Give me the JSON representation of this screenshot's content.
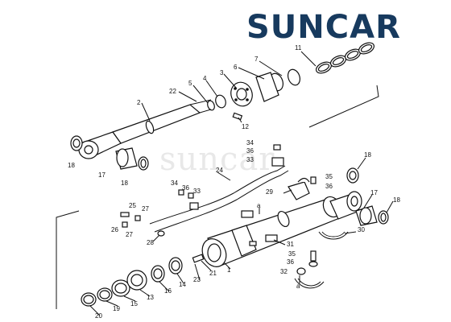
{
  "logo": {
    "text": "SUNCAR",
    "color": "#173a5e"
  },
  "watermark": {
    "text": "suncar"
  },
  "callouts": [
    {
      "id": "n11",
      "text": "11"
    },
    {
      "id": "n7",
      "text": "7"
    },
    {
      "id": "n6",
      "text": "6"
    },
    {
      "id": "n3",
      "text": "3"
    },
    {
      "id": "n4",
      "text": "4"
    },
    {
      "id": "n5",
      "text": "5"
    },
    {
      "id": "n22",
      "text": "22"
    },
    {
      "id": "n2",
      "text": "2"
    },
    {
      "id": "n12",
      "text": "12"
    },
    {
      "id": "n18a",
      "text": "18"
    },
    {
      "id": "n17a",
      "text": "17"
    },
    {
      "id": "n18b",
      "text": "18"
    },
    {
      "id": "n34a",
      "text": "34"
    },
    {
      "id": "n36a",
      "text": "36"
    },
    {
      "id": "n33a",
      "text": "33"
    },
    {
      "id": "n24",
      "text": "24"
    },
    {
      "id": "n18c",
      "text": "18"
    },
    {
      "id": "n35a",
      "text": "35"
    },
    {
      "id": "n36b",
      "text": "36"
    },
    {
      "id": "n29",
      "text": "29"
    },
    {
      "id": "n34b",
      "text": "34"
    },
    {
      "id": "n36c",
      "text": "36"
    },
    {
      "id": "n33b",
      "text": "33"
    },
    {
      "id": "n17b",
      "text": "17"
    },
    {
      "id": "n18d",
      "text": "18"
    },
    {
      "id": "n25",
      "text": "25"
    },
    {
      "id": "n27a",
      "text": "27"
    },
    {
      "id": "n26",
      "text": "26"
    },
    {
      "id": "n27b",
      "text": "27"
    },
    {
      "id": "na1",
      "text": "a"
    },
    {
      "id": "n30",
      "text": "30"
    },
    {
      "id": "n28",
      "text": "28"
    },
    {
      "id": "n31",
      "text": "31"
    },
    {
      "id": "n35b",
      "text": "35"
    },
    {
      "id": "n36d",
      "text": "36"
    },
    {
      "id": "n32",
      "text": "32"
    },
    {
      "id": "na2",
      "text": "a"
    },
    {
      "id": "n1",
      "text": "1"
    },
    {
      "id": "n21",
      "text": "21"
    },
    {
      "id": "n23",
      "text": "23"
    },
    {
      "id": "n14",
      "text": "14"
    },
    {
      "id": "n16",
      "text": "16"
    },
    {
      "id": "n13",
      "text": "13"
    },
    {
      "id": "n15",
      "text": "15"
    },
    {
      "id": "n19",
      "text": "19"
    },
    {
      "id": "n20",
      "text": "20"
    }
  ]
}
